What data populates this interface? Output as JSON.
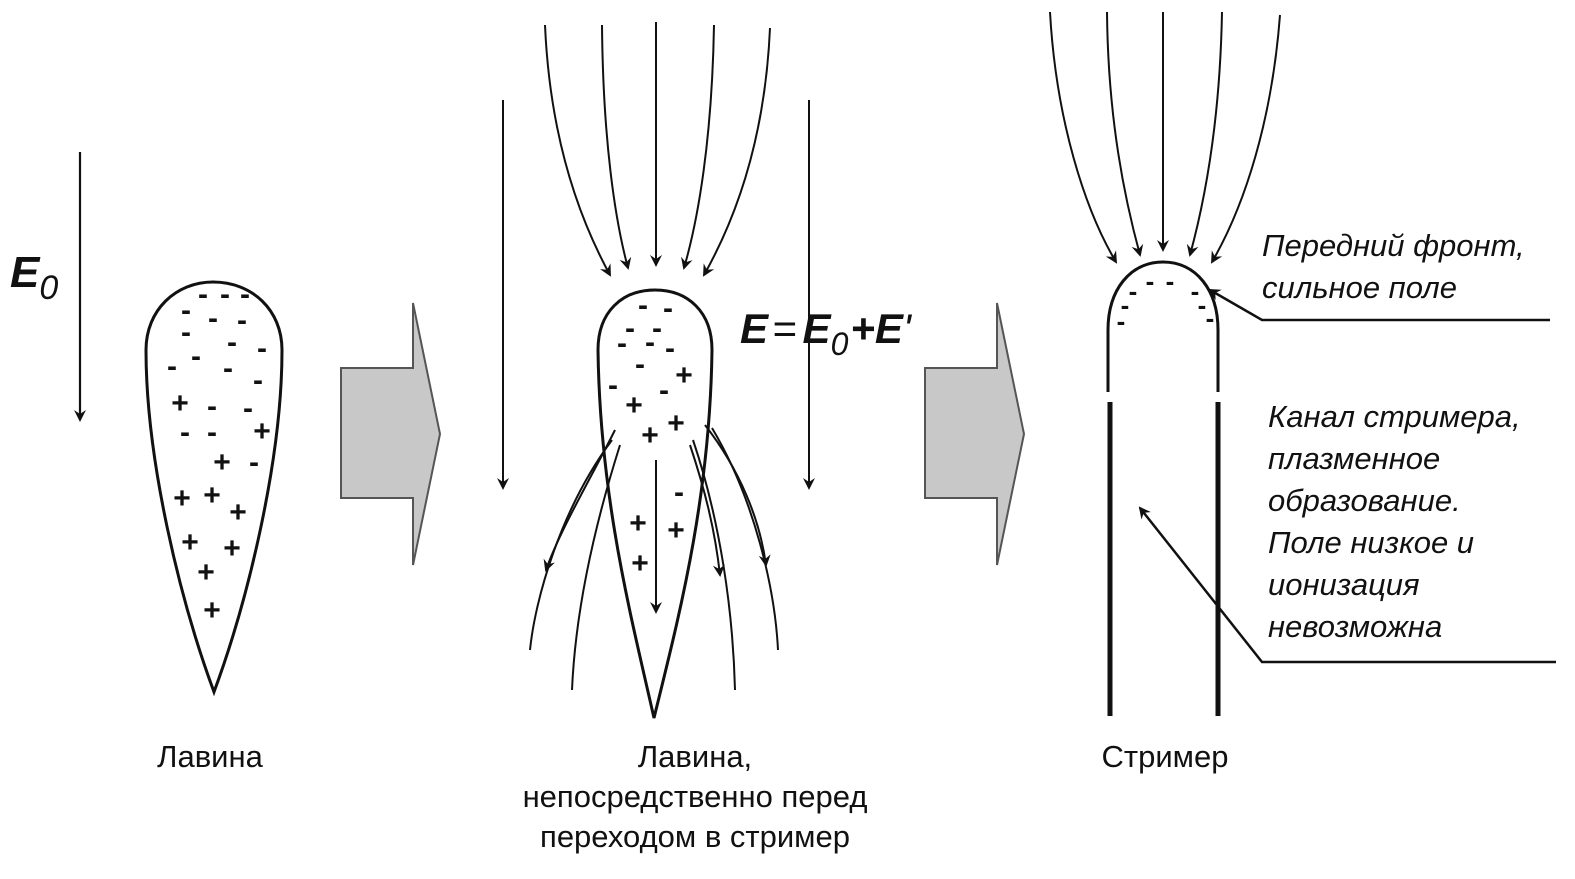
{
  "field_label": {
    "main": "E",
    "sub": "0"
  },
  "formula": {
    "lhs": "E",
    "eq": "=",
    "t1": "E",
    "t1_sub": "0",
    "plus": "+",
    "t2": "E",
    "prime": "'"
  },
  "stages": [
    {
      "caption": [
        "Лавина"
      ]
    },
    {
      "caption": [
        "Лавина,",
        "непосредственно перед",
        "переходом в стример"
      ]
    },
    {
      "caption": [
        "Стример"
      ]
    }
  ],
  "annotations": {
    "front": [
      "Передний фронт,",
      "сильное поле"
    ],
    "channel": [
      "Канал стримера,",
      "плазменное",
      "образование.",
      "Поле низкое и",
      "ионизация",
      "невозможна"
    ]
  },
  "charges": {
    "minus": "-",
    "plus": "+"
  },
  "colors": {
    "ink": "#111111",
    "arrow_fill": "#c8c8c8",
    "arrow_stroke": "#555555"
  },
  "icons": {
    "transition_arrow": "block-right-arrow"
  }
}
